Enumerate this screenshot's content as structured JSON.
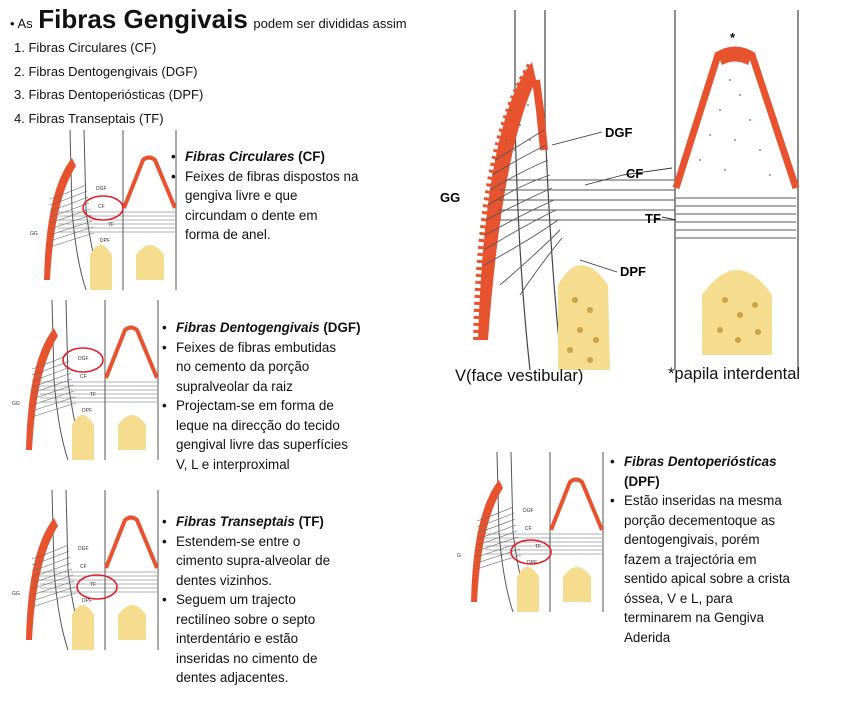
{
  "header": {
    "prefix": "As",
    "title": "Fibras Gengivais",
    "suffix": "podem ser divididas assim"
  },
  "list": [
    "1. Fibras Circulares (CF)",
    "2. Fibras Dentogengivais (DGF)",
    "3. Fibras Dentoperiósticas (DPF)",
    "4. Fibras Transeptais (TF)"
  ],
  "sections": {
    "cf": {
      "title": "Fibras Circulares",
      "abbr": "(CF)",
      "points": [
        [
          "Feixes de fibras dispostos na",
          "gengiva livre e que",
          "circundam o dente em",
          "forma de anel."
        ]
      ]
    },
    "dgf": {
      "title": "Fibras Dentogengivais",
      "abbr": "(DGF)",
      "points": [
        [
          "Feixes de fibras embutidas",
          "no cemento da porção",
          "supralveolar da raiz"
        ],
        [
          "Projectam-se em forma de",
          "leque na direcção do tecido",
          "gengival livre das superfícies",
          "V, L e interproximal"
        ]
      ]
    },
    "tf": {
      "title": "Fibras Transeptais",
      "abbr": "(TF)",
      "points": [
        [
          "Estendem-se entre o",
          "cimento supra-alveolar de",
          "dentes vizinhos."
        ],
        [
          "Seguem um trajecto",
          "rectilíneo  sobre o septo",
          "interdentário e estão",
          "inseridas no cimento de",
          "dentes adjacentes."
        ]
      ]
    },
    "dpf": {
      "title": "Fibras Dentoperiósticas",
      "abbr": "(DPF)",
      "points": [
        [
          "Estão inseridas na mesma",
          "porção decementoque as",
          "dentogengivais, porém",
          "fazem a trajectória em",
          "sentido apical sobre a crista",
          "óssea, V e L, para",
          "terminarem na Gengiva",
          "Aderida"
        ]
      ]
    }
  },
  "big_diagram": {
    "labels": {
      "gg": "GG",
      "dgf": "DGF",
      "cf": "CF",
      "tf": "TF",
      "dpf": "DPF",
      "star": "*"
    },
    "caption_left": "V(face vestibular)",
    "caption_right": "*papila interdental"
  },
  "small_labels": {
    "gg": "GG",
    "g": "G",
    "dgf": "DGF",
    "cf": "CF",
    "tf": "TF",
    "dpf": "DPF"
  },
  "colors": {
    "gingiva": "#e8532f",
    "bone": "#f5dc8f",
    "bone_dot": "#c9a24a",
    "highlight": "#e0202a"
  }
}
